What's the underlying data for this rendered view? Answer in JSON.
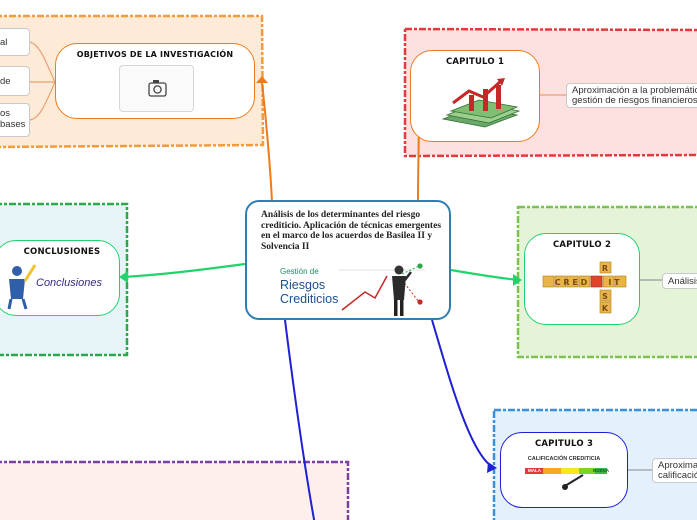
{
  "central_topic": {
    "title": "Análisis de los determinantes del riesgo crediticio. Aplicación de técnicas emergentes en el marco de los acuerdos de Basilea II y Solvencia II",
    "image_label_small": "Gestión de",
    "image_label_line1": "Riesgos",
    "image_label_line2": "Crediticios"
  },
  "objetivos": {
    "title": "OBJETIVOS DE LA INVESTIGACIÓN",
    "side_notes": [
      "al",
      "de",
      "os\nbases"
    ]
  },
  "capitulo1": {
    "title": "CAPITULO 1",
    "note": "Aproximación a la problemática\ngestión de riesgos financieros."
  },
  "capitulo2": {
    "title": "CAPITULO 2",
    "image_words": [
      "CREDIT",
      "RISK"
    ],
    "note": "Análisis"
  },
  "capitulo3": {
    "title": "CAPITULO 3",
    "gauge_title": "CALIFICACIÓN CREDITICIA",
    "gauge_labels": [
      "MALA",
      "BUENA"
    ],
    "note": "Aproxima\ncalificació"
  },
  "conclusiones": {
    "title": "CONCLUSIONES",
    "image_text": "Conclusiones"
  },
  "colors": {
    "orange": "#f07a1a",
    "red": "#e23a3a",
    "green": "#22d36b",
    "blue": "#2f7fd8",
    "navy": "#1f1fd6",
    "purple": "#7a3fa0",
    "center_border": "#2f7fb5"
  }
}
